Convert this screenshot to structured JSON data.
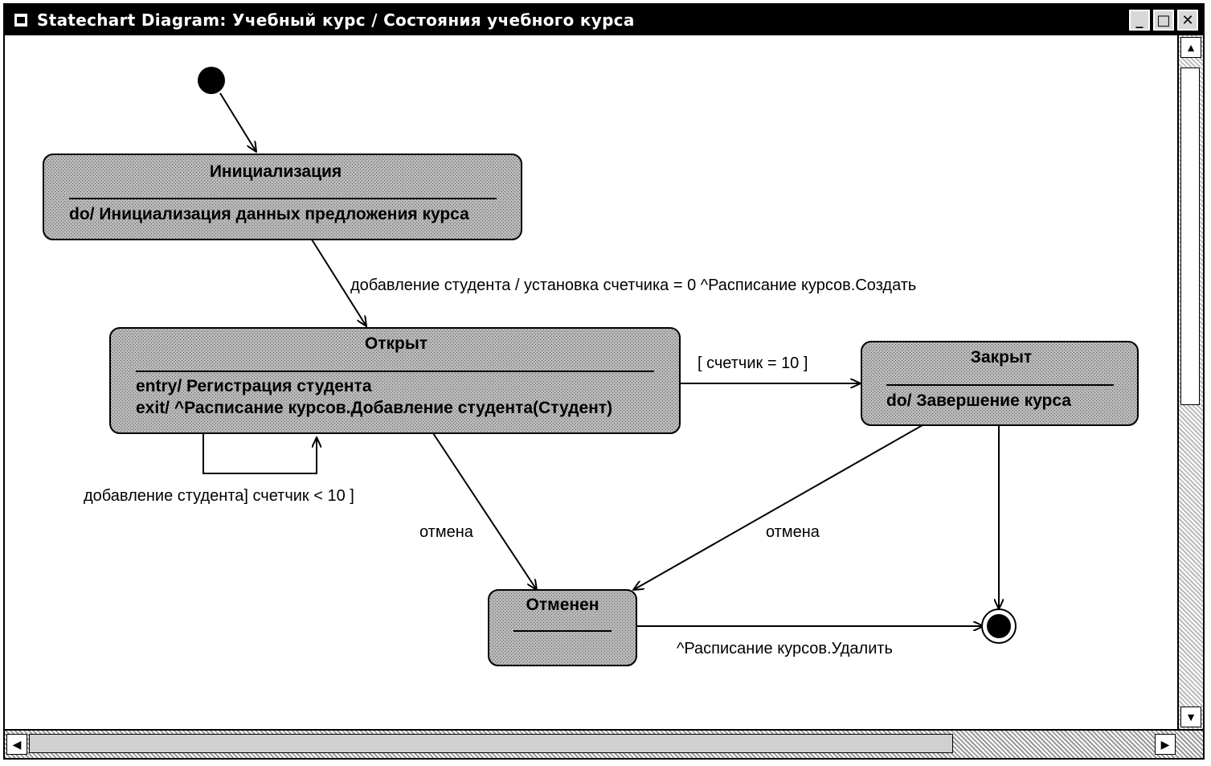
{
  "window": {
    "title": "Statechart Diagram: Учебный курс / Состояния учебного курса",
    "buttons": {
      "minimize": "_",
      "maximize": "□",
      "close": "✕"
    }
  },
  "states": {
    "init": {
      "name": "Инициализация",
      "activities": [
        "do/ Инициализация данных предложения курса"
      ]
    },
    "open": {
      "name": "Открыт",
      "activities": [
        "entry/ Регистрация студента",
        "exit/ ^Расписание курсов.Добавление студента(Студент)"
      ]
    },
    "closed": {
      "name": "Закрыт",
      "activities": [
        "do/ Завершение курса"
      ]
    },
    "canceled": {
      "name": "Отменен",
      "activities": []
    }
  },
  "transitions": {
    "init_to_open": "добавление студента / установка счетчика = 0 ^Расписание курсов.Создать",
    "open_to_closed": "[ счетчик = 10 ]",
    "open_self": "добавление студента] счетчик < 10 ]",
    "open_to_canceled": "отмена",
    "closed_to_canceled": "отмена",
    "canceled_to_final": "^Расписание курсов.Удалить"
  },
  "colors": {
    "state_fill": "#a8a8a8",
    "line": "#000000",
    "background": "#ffffff"
  }
}
